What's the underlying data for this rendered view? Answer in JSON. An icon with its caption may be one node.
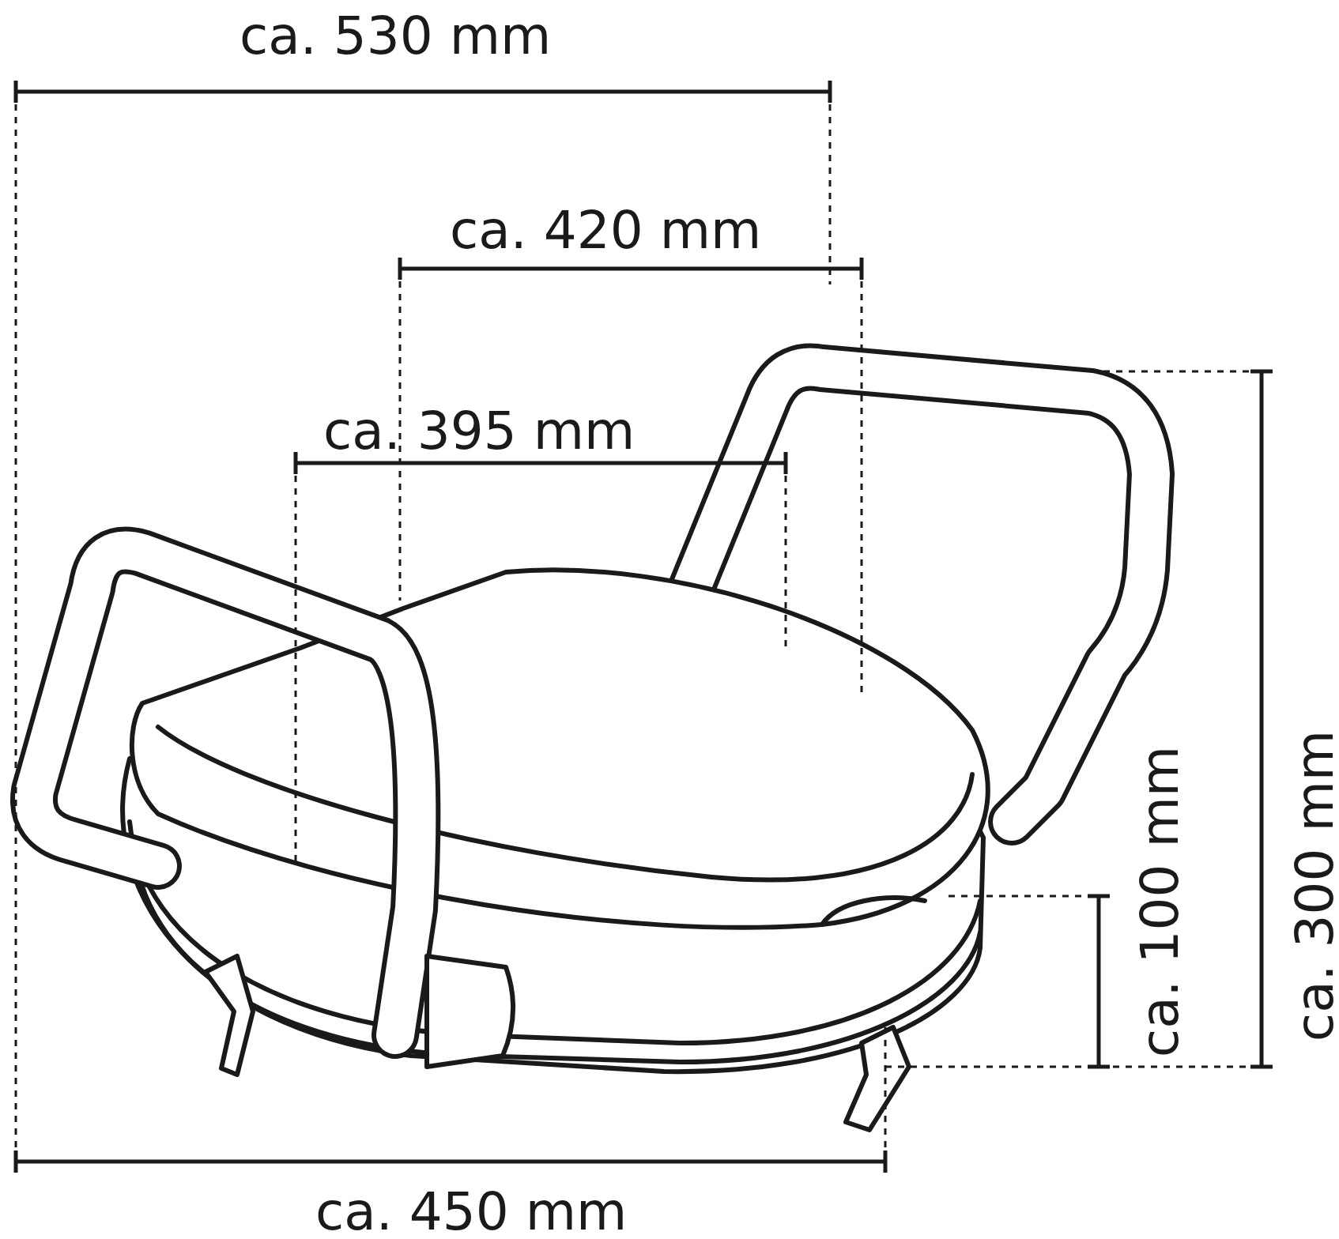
{
  "diagram": {
    "labels": [
      "ca. 530 mm",
      "ca. 420 mm",
      "ca. 395 mm",
      "ca. 100 mm",
      "ca. 300 mm",
      "ca. 450 mm"
    ]
  }
}
